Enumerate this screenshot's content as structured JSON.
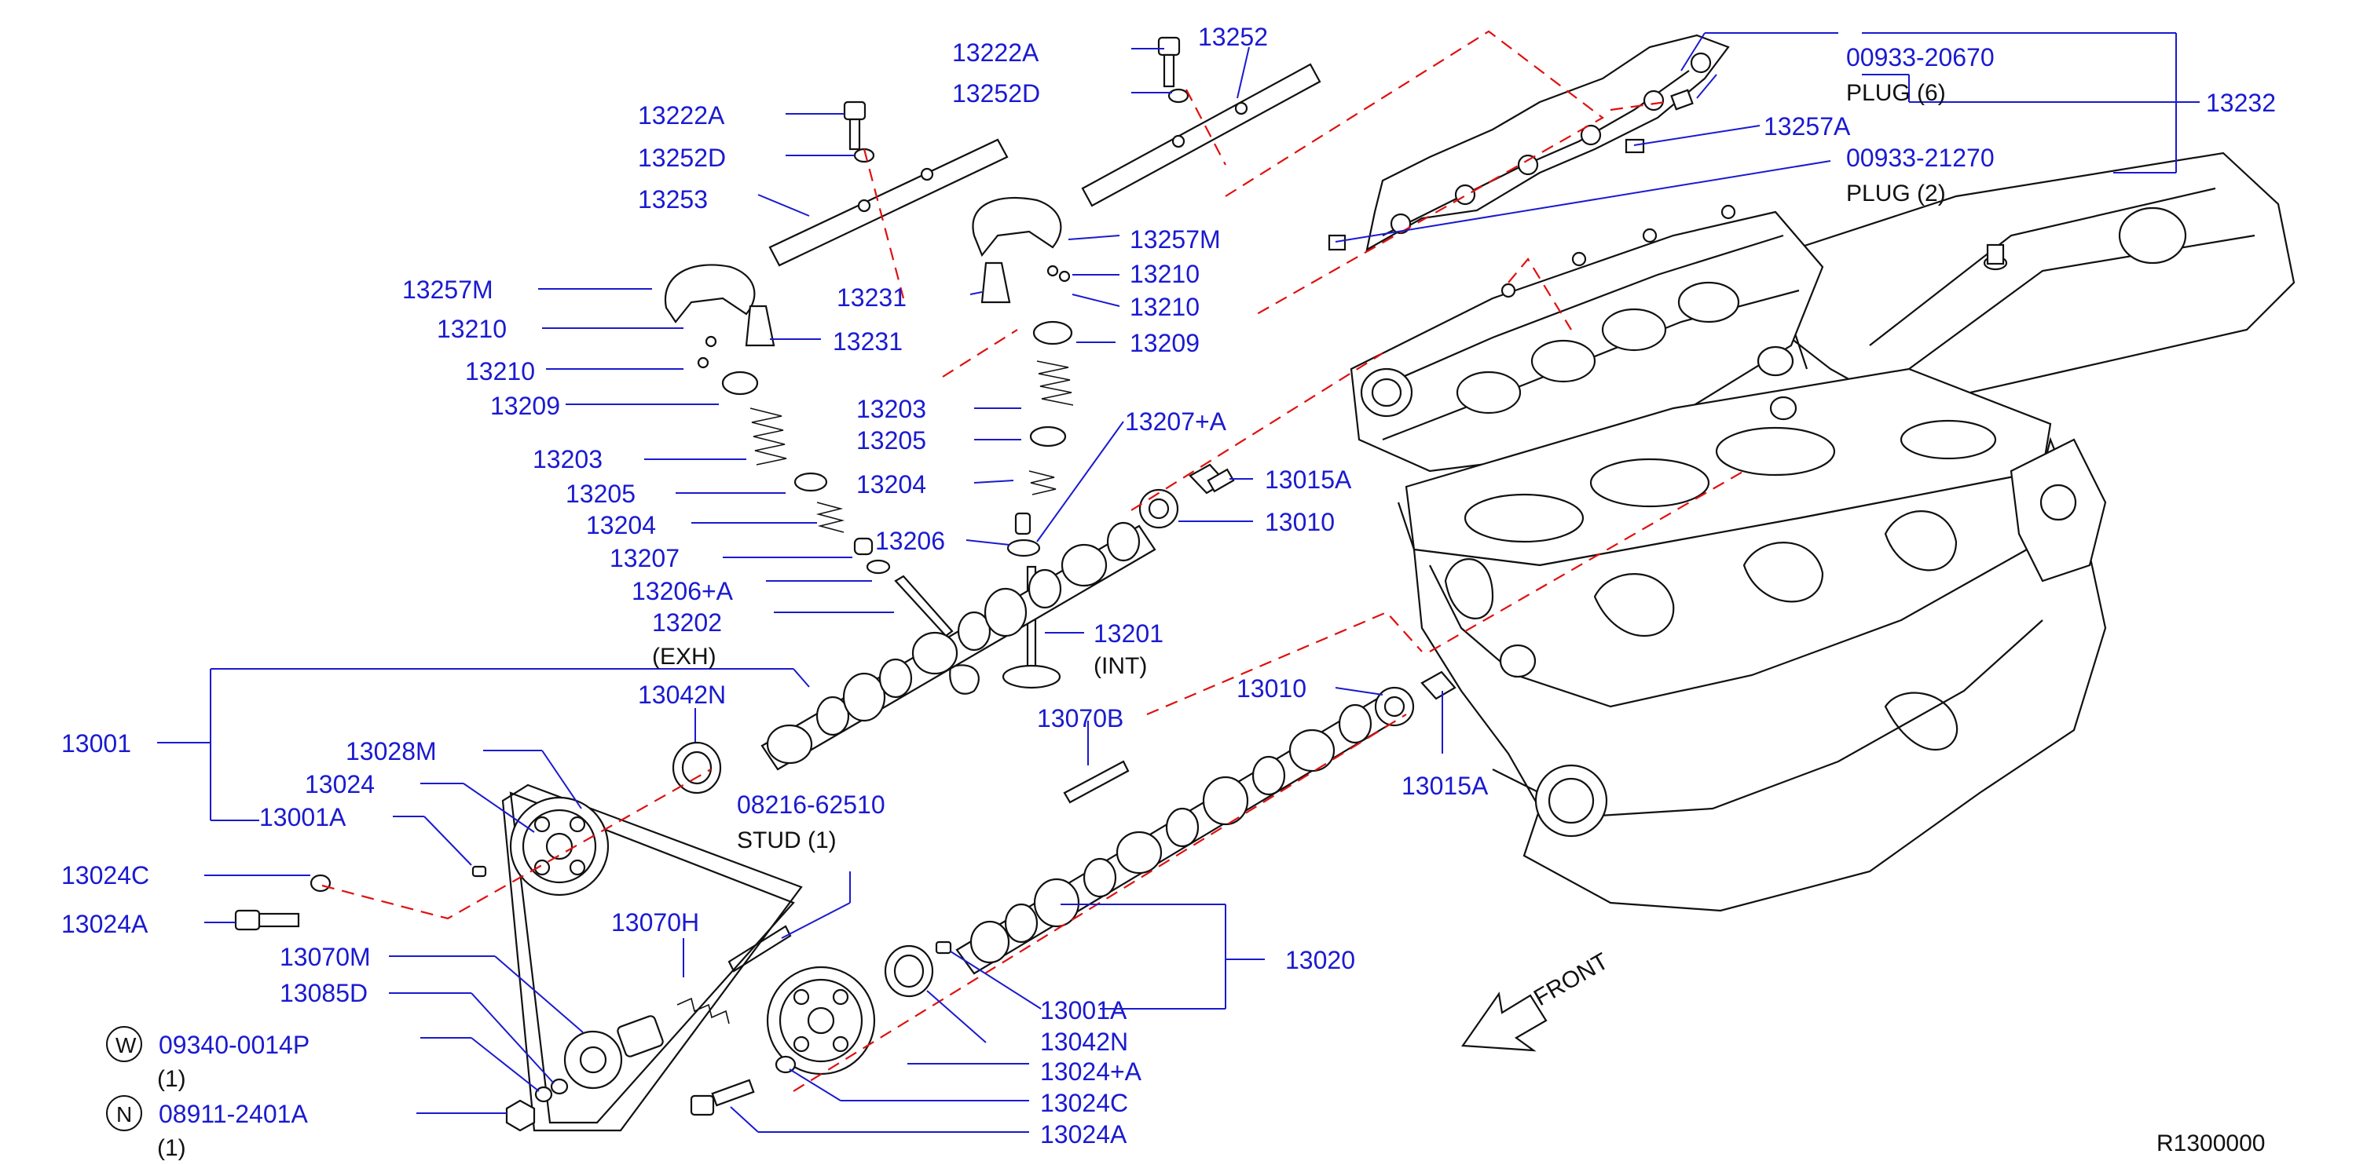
{
  "colors": {
    "label": "#1a1ad0",
    "text": "#111111",
    "centerline": "#e01010",
    "outline": "#111111",
    "background": "#ffffff"
  },
  "labels": {
    "p13222a_top": "13222A",
    "p13252": "13252",
    "p13252d_top": "13252D",
    "p13222a_left": "13222A",
    "p13252d_left": "13252D",
    "p13253": "13253",
    "p00933_20670": "00933-20670",
    "plug6": "PLUG  (6)",
    "p13257a": "13257A",
    "p00933_21270": "00933-21270",
    "plug2": "PLUG  (2)",
    "p13232": "13232",
    "p13257m_right": "13257M",
    "p13231_center": "13231",
    "p13210_a": "13210",
    "p13210_b": "13210",
    "p13257m_left": "13257M",
    "p13210_left_a": "13210",
    "p13231_left": "13231",
    "p13210_left_b": "13210",
    "p13209_left": "13209",
    "p13209_right": "13209",
    "p13203_left": "13203",
    "p13203_right": "13203",
    "p13205_left": "13205",
    "p13205_right": "13205",
    "p13207a": "13207+A",
    "p13204_left": "13204",
    "p13204_right": "13204",
    "p13015a_top": "13015A",
    "p13207": "13207",
    "p13206": "13206",
    "p13010_top": "13010",
    "p13206a": "13206+A",
    "p13202": "13202",
    "exh": "(EXH)",
    "p13201": "13201",
    "int": "(INT)",
    "p13042n_top": "13042N",
    "p13070b": "13070B",
    "p13010_bottom": "13010",
    "p13001": "13001",
    "p13015a_bottom": "13015A",
    "p13028m": "13028M",
    "p13024": "13024",
    "p08216": "08216-62510",
    "stud": "STUD  (1)",
    "p13001a_left": "13001A",
    "p13024c_left": "13024C",
    "p13024a_left": "13024A",
    "p13070h": "13070H",
    "p13070m": "13070M",
    "p13020": "13020",
    "p13085d": "13085D",
    "p13001a_right": "13001A",
    "w_marker": "W",
    "p09340": "09340-0014P",
    "qty_w": "(1)",
    "p13042n_bottom": "13042N",
    "p13024a_plus": "13024+A",
    "n_marker": "N",
    "p08911": "08911-2401A",
    "qty_n": "(1)",
    "p13024c_right": "13024C",
    "p13024a_right": "13024A",
    "front": "FRONT",
    "ref_code": "R1300000"
  }
}
